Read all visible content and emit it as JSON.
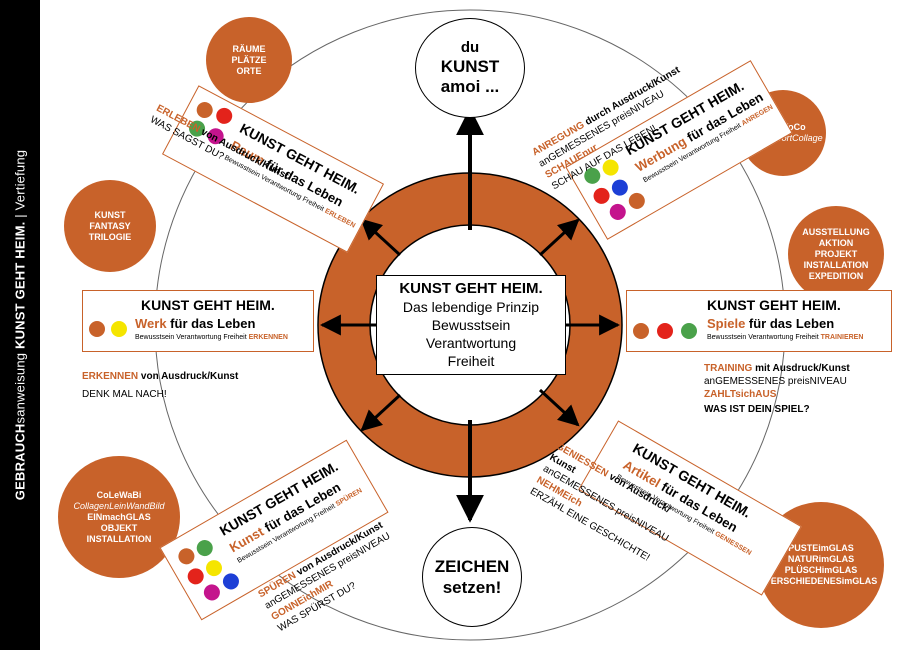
{
  "sidebar": {
    "bold1": "GEBRAUCH",
    "rest1": "sanweisung ",
    "bold2": "KUNST GEHT HEIM.",
    "rest2": " | Vertiefung"
  },
  "colors": {
    "orange": "#c8622a",
    "red": "#e3231b",
    "green": "#4aa14a",
    "yellow": "#f5e500",
    "blue": "#1d3fd6",
    "magenta": "#c4148d"
  },
  "top_node": {
    "line1": "du",
    "line2": "KUNST",
    "line3": "amoi ..."
  },
  "bottom_node": {
    "line1": "ZEICHEN",
    "line2": "setzen!"
  },
  "center": {
    "title": "KUNST GEHT HEIM.",
    "line1": "Das lebendige Prinzip",
    "line2": "Bewusstsein",
    "line3": "Verantwortung",
    "line4": "Freiheit"
  },
  "bubbles": {
    "raeume": [
      "RÄUME",
      "PLÄTZE",
      "ORTE"
    ],
    "kunst_fantasy": [
      "KUNST",
      "FANTASY",
      "TRILOGIE"
    ],
    "bitowoco": {
      "line1": "BiToWoCo",
      "line2": "BildTonWortCollage"
    },
    "ausstellung": [
      "AUSSTELLUNG",
      "AKTION",
      "PROJEKT",
      "INSTALLATION",
      "EXPEDITION"
    ],
    "colewabi": {
      "line1": "CoLeWaBi",
      "line2": "CollagenLeinWandBild",
      "line3": "EINmachGLAS",
      "line4": "OBJEKT",
      "line5": "INSTALLATION"
    },
    "pusteimglas": [
      "PUSTEimGLAS",
      "NATURimGLAS",
      "PLÜSCHimGLAS",
      "VERSCHIEDENESimGLAS"
    ]
  },
  "cards": {
    "raum": {
      "title": "KUNST GEHT HEIM.",
      "word": "Raum",
      "rest": " für das Leben",
      "small": "Bewusstsein Verantwortung Freiheit ",
      "verb": "ERLEBEN"
    },
    "werbung": {
      "title": "KUNST GEHT HEIM.",
      "word": "Werbung",
      "rest": " für das Leben",
      "small": "Bewusstsein Verantwortung Freiheit ",
      "verb": "ANREGEN"
    },
    "werk": {
      "title": "KUNST GEHT HEIM.",
      "word": "Werk",
      "rest": " für das Leben",
      "small": "Bewusstsein Verantwortung Freiheit ",
      "verb": "ERKENNEN"
    },
    "spiele": {
      "title": "KUNST GEHT HEIM.",
      "word": "Spiele",
      "rest": " für das Leben",
      "small": "Bewusstsein Verantwortung Freiheit ",
      "verb": "TRAINIEREN"
    },
    "kunst": {
      "title": "KUNST GEHT HEIM.",
      "word": "Kunst",
      "rest": " für das Leben",
      "small": "Bewusstsein Verantwortung Freiheit ",
      "verb": "SPÜREN"
    },
    "artikel": {
      "title": "KUNST GEHT HEIM.",
      "word": "Artikel",
      "rest": " für das Leben",
      "small": "Bewusstsein Verantwortung Freiheit ",
      "verb": "GENIESSEN"
    }
  },
  "texts": {
    "erleben": {
      "o1": "ERLEBEN",
      "r1": " von Ausdruck/Kunst",
      "l2": "WAS SAGST DU?"
    },
    "anregung": {
      "o1": "ANREGUNG",
      "r1": " durch Ausdruck/Kunst",
      "l2": "anGEMESSENES preisNIVEAU",
      "o3": "SCHAUEnur",
      "l4": "SCHAU AUF DAS LEBEN!"
    },
    "erkennen": {
      "o1": "ERKENNEN",
      "r1": " von Ausdruck/Kunst",
      "l2": "DENK MAL NACH!"
    },
    "training": {
      "o1": "TRAINING",
      "r1": " mit Ausdruck/Kunst",
      "l2": "anGEMESSENES preisNIVEAU",
      "o3": "ZAHLTsichAUS",
      "l4": "WAS IST DEIN SPIEL?"
    },
    "spueren": {
      "o1": "SPÜREN",
      "r1": " von Ausdruck/Kunst",
      "l2": "anGEMESSENES preisNIVEAU",
      "o3": "GONNEichMIR",
      "l4": "WAS SPÜRST DU?"
    },
    "geniessen": {
      "o1": "GENIESSEN",
      "r1": " von Ausdruck/",
      "l1b": "Kunst",
      "l2": "anGEMESSENES preisNIVEAU",
      "o3": "NEHMEich",
      "l4": "ERZÄHL EINE GESCHICHTE!"
    }
  }
}
